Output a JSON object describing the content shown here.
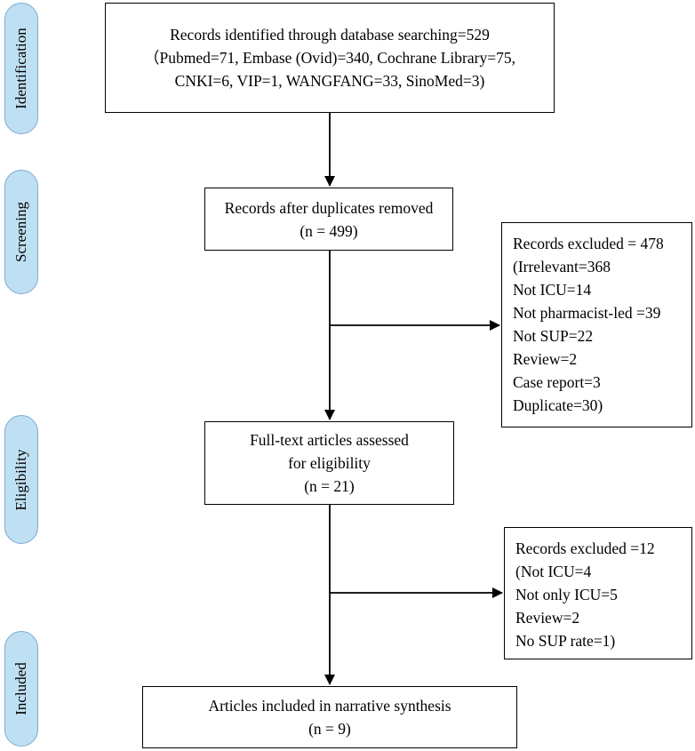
{
  "phases": [
    "Identification",
    "Screening",
    "Eligibility",
    "Included"
  ],
  "identification_box": {
    "lines": [
      "Records identified through database searching=529",
      "（Pubmed=71, Embase (Ovid)=340, Cochrane Library=75,",
      "CNKI=6, VIP=1, WANGFANG=33, SinoMed=3)"
    ]
  },
  "screening_box": {
    "lines": [
      "Records after duplicates removed",
      "(n = 499)"
    ]
  },
  "exclusion_box_1": {
    "lines": [
      "Records excluded = 478",
      "(Irrelevant=368",
      "Not ICU=14",
      "Not pharmacist-led =39",
      "Not SUP=22",
      "Review=2",
      "Case report=3",
      "Duplicate=30)"
    ]
  },
  "eligibility_box": {
    "lines": [
      "Full-text articles assessed",
      "for eligibility",
      "(n = 21)"
    ]
  },
  "exclusion_box_2": {
    "lines": [
      "Records excluded =12",
      "(Not ICU=4",
      "Not only ICU=5",
      "Review=2",
      "No SUP rate=1)"
    ]
  },
  "included_box": {
    "lines": [
      "Articles included in narrative synthesis",
      "(n = 9)"
    ]
  },
  "colors": {
    "phase_fill": "#bfe0f3",
    "phase_border": "#7aaad0",
    "line": "#000000"
  }
}
